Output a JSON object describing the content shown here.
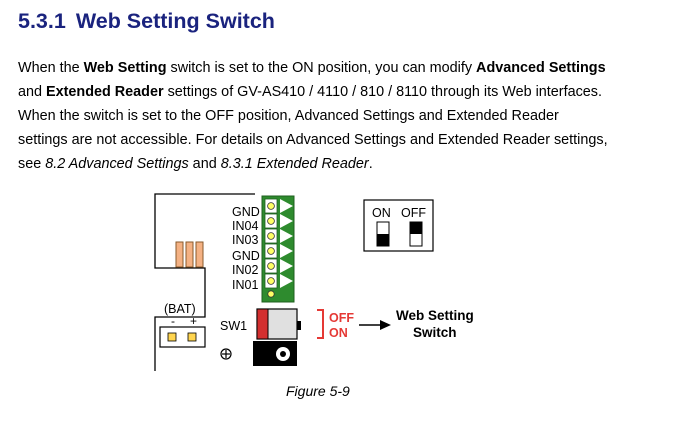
{
  "section": {
    "number": "5.3.1",
    "title": "Web Setting Switch"
  },
  "paragraph": {
    "l1_a": "When the ",
    "l1_b": "Web Setting",
    "l1_c": " switch is set to the ON position, you can modify ",
    "l1_d": "Advanced Settings",
    "l2_a": "and ",
    "l2_b": "Extended Reader",
    "l2_c": " settings of GV-AS410 / 4110 / 810 / 8110 through its Web interfaces.",
    "l3": "When the switch is set to the OFF position, Advanced Settings and Extended Reader",
    "l4": "settings are not accessible. For details on Advanced Settings and Extended Reader settings,",
    "l5_a": "see ",
    "l5_b": "8.2 Advanced Settings",
    "l5_c": " and ",
    "l5_d": "8.3.1 Extended Reader",
    "l5_e": "."
  },
  "figure": {
    "terminal_labels": [
      "GND",
      "IN04",
      "IN03",
      "GND",
      "IN02",
      "IN01"
    ],
    "dip_on": "ON",
    "dip_off": "OFF",
    "bat_label": "(BAT)",
    "bat_minus": "-",
    "bat_plus": "+",
    "sw_label": "SW1",
    "off_label": "OFF",
    "on_label": "ON",
    "callout_line1": "Web Setting",
    "callout_line2": "Switch",
    "caption": "Figure 5-9",
    "colors": {
      "terminal_green": "#2e8b2e",
      "switch_red": "#d32f2f",
      "label_red": "#e53935",
      "connector_orange": "#f4b183",
      "heading_blue": "#1a237e"
    }
  }
}
